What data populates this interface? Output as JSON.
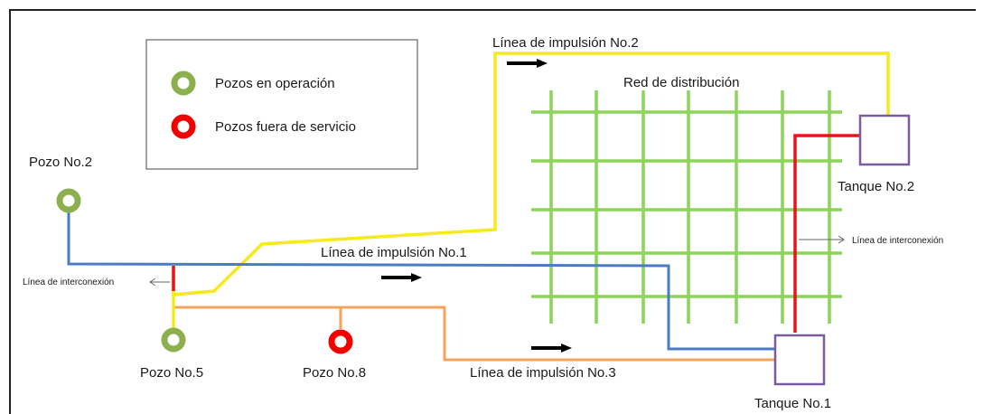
{
  "legend": {
    "items": [
      {
        "label": "Pozos en operación",
        "status": "operating",
        "color": "#8DB04E"
      },
      {
        "label": "Pozos fuera de servicio",
        "status": "out-of-service",
        "color": "#F20000"
      }
    ]
  },
  "wells": {
    "pozo2": {
      "label": "Pozo No.2",
      "status": "operating"
    },
    "pozo5": {
      "label": "Pozo No.5",
      "status": "operating"
    },
    "pozo8": {
      "label": "Pozo No.8",
      "status": "out-of-service"
    }
  },
  "tanks": {
    "tanque1": {
      "label": "Tanque No.1"
    },
    "tanque2": {
      "label": "Tanque No.2"
    }
  },
  "lines": {
    "impulsion1": {
      "label": "Línea de impulsión No.1",
      "color": "#4A7CC4"
    },
    "impulsion2": {
      "label": "Línea de impulsión No.2",
      "color": "#F5EA1D"
    },
    "impulsion3": {
      "label": "Línea de impulsión No.3",
      "color": "#F4A35B"
    },
    "interconexion_left": {
      "label": "Línea de interconexión",
      "color": "#E8141B"
    },
    "interconexion_right": {
      "label": "Línea de interconexión",
      "color": "#E8141B"
    }
  },
  "network": {
    "label": "Red de distribución",
    "color": "#8CD45A"
  },
  "colors": {
    "tank_border": "#7B5C9E",
    "well_operating": "#8DB04E",
    "well_out": "#F20000",
    "arrow": "#000000",
    "frame": "#222222"
  }
}
